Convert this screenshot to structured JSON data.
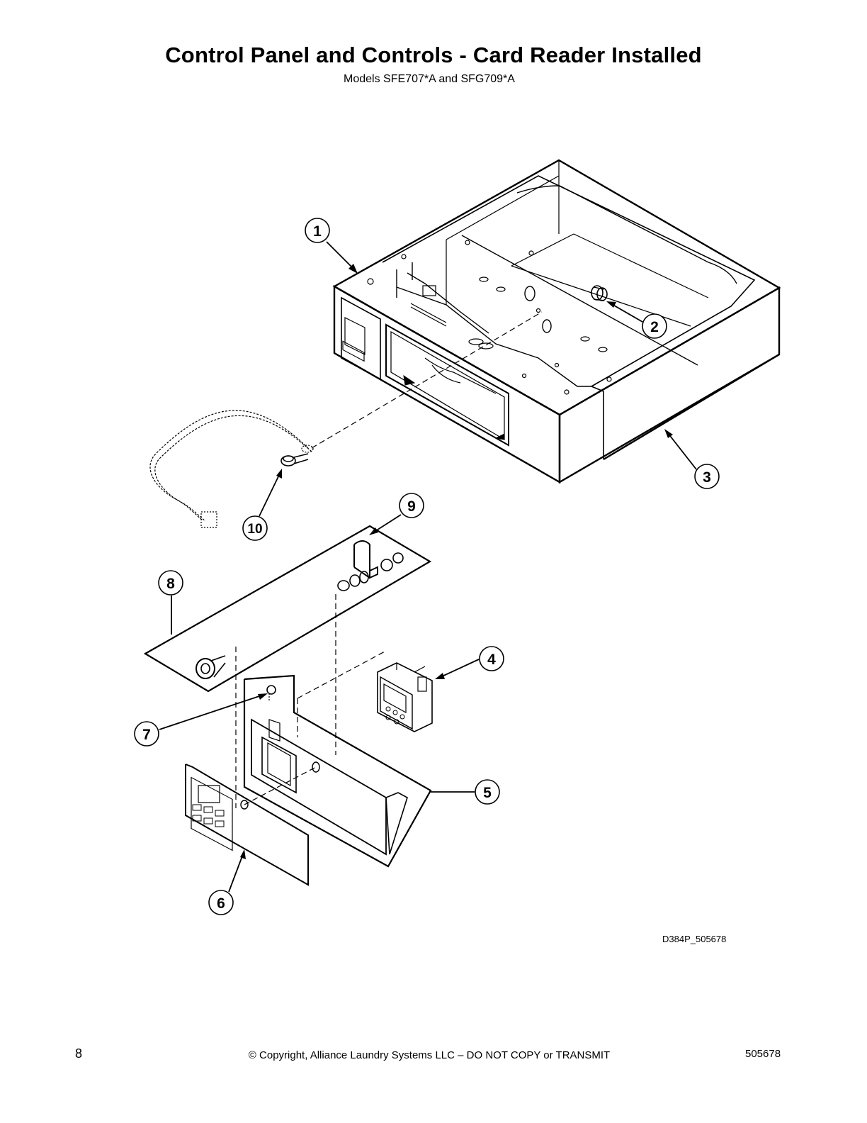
{
  "header": {
    "title": "Control Panel and Controls - Card Reader Installed",
    "subtitle": "Models SFE707*A and SFG709*A"
  },
  "callouts": [
    "1",
    "2",
    "3",
    "4",
    "5",
    "6",
    "7",
    "8",
    "9",
    "10"
  ],
  "drawing_id": "D384P_505678",
  "footer": {
    "page_number": "8",
    "copyright": "© Copyright, Alliance Laundry Systems LLC – DO NOT COPY or TRANSMIT",
    "doc_number": "505678"
  }
}
